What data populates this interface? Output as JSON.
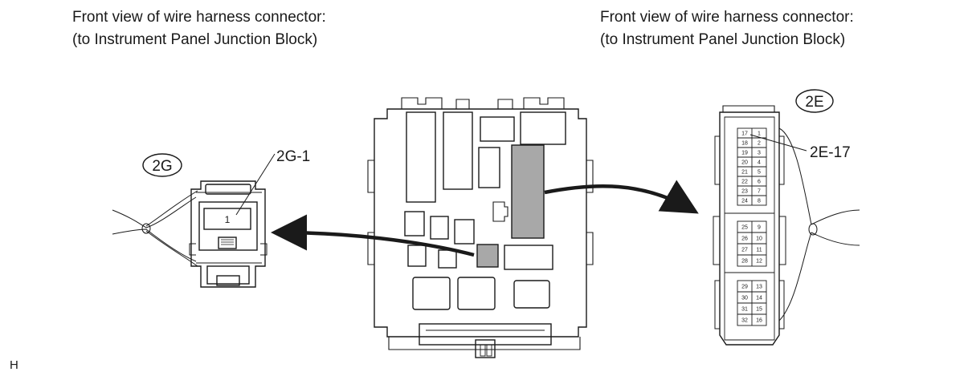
{
  "captions": {
    "left": {
      "line1": "Front view of wire harness connector:",
      "line2": "(to Instrument Panel Junction Block)"
    },
    "right": {
      "line1": "Front view of wire harness connector:",
      "line2": "(to Instrument Panel Junction Block)"
    }
  },
  "connector_2g": {
    "tag": "2G",
    "pin_callout": "2G-1",
    "pin_number": "1"
  },
  "connector_2e": {
    "tag": "2E",
    "pin_callout": "2E-17",
    "pins_block_1": [
      [
        "17",
        "1"
      ],
      [
        "18",
        "2"
      ],
      [
        "19",
        "3"
      ],
      [
        "20",
        "4"
      ],
      [
        "21",
        "5"
      ],
      [
        "22",
        "6"
      ],
      [
        "23",
        "7"
      ],
      [
        "24",
        "8"
      ]
    ],
    "pins_block_2": [
      [
        "25",
        "9"
      ],
      [
        "26",
        "10"
      ],
      [
        "27",
        "11"
      ],
      [
        "28",
        "12"
      ]
    ],
    "pins_block_3": [
      [
        "29",
        "13"
      ],
      [
        "30",
        "14"
      ],
      [
        "31",
        "15"
      ],
      [
        "32",
        "16"
      ]
    ]
  },
  "corner_label": "H",
  "colors": {
    "line": "#1a1a1a",
    "highlight_fill": "#a8a8a8"
  }
}
